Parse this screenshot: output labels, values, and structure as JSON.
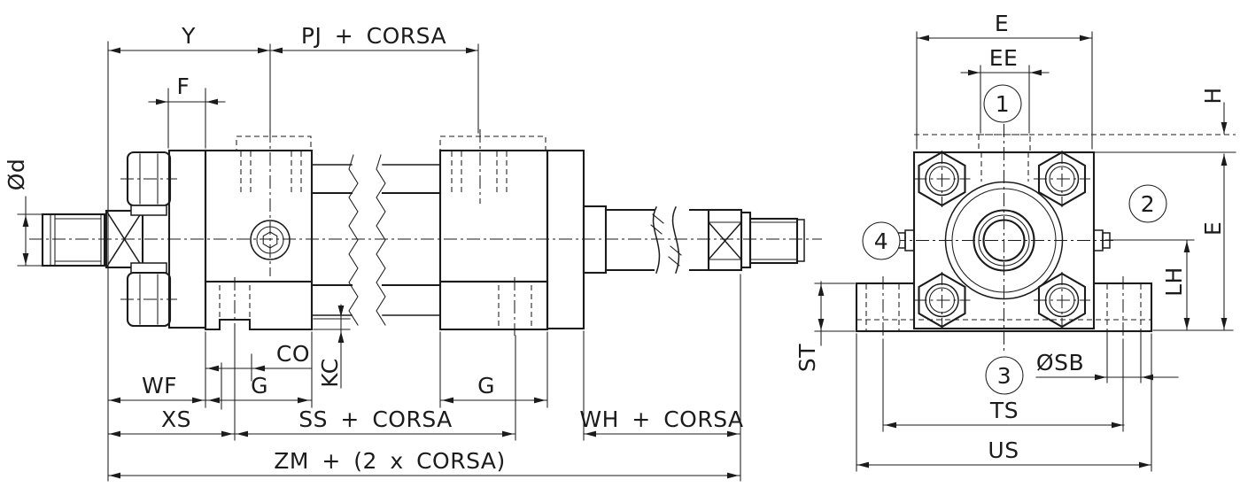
{
  "drawing": {
    "colors": {
      "line": "#1b1b1b",
      "background": "#ffffff"
    },
    "side_view": {
      "dims": {
        "y": "Y",
        "pj_corsa": "PJ + CORSA",
        "f": "F",
        "rod_diameter": "Ød",
        "co": "CO",
        "kc": "KC",
        "wf": "WF",
        "g_front": "G",
        "g_rear": "G",
        "xs": "XS",
        "ss_corsa": "SS + CORSA",
        "wh_corsa": "WH + CORSA",
        "zm_corsa": "ZM + (2 x CORSA)"
      }
    },
    "end_view": {
      "dims": {
        "e_top": "E",
        "ee": "EE",
        "h": "H",
        "e_side": "E",
        "lh": "LH",
        "st": "ST",
        "sb_diameter": "ØSB",
        "ts": "TS",
        "us": "US"
      },
      "balloons": {
        "port": "1",
        "body": "2",
        "foot": "3",
        "cushion_screw": "4"
      }
    }
  }
}
